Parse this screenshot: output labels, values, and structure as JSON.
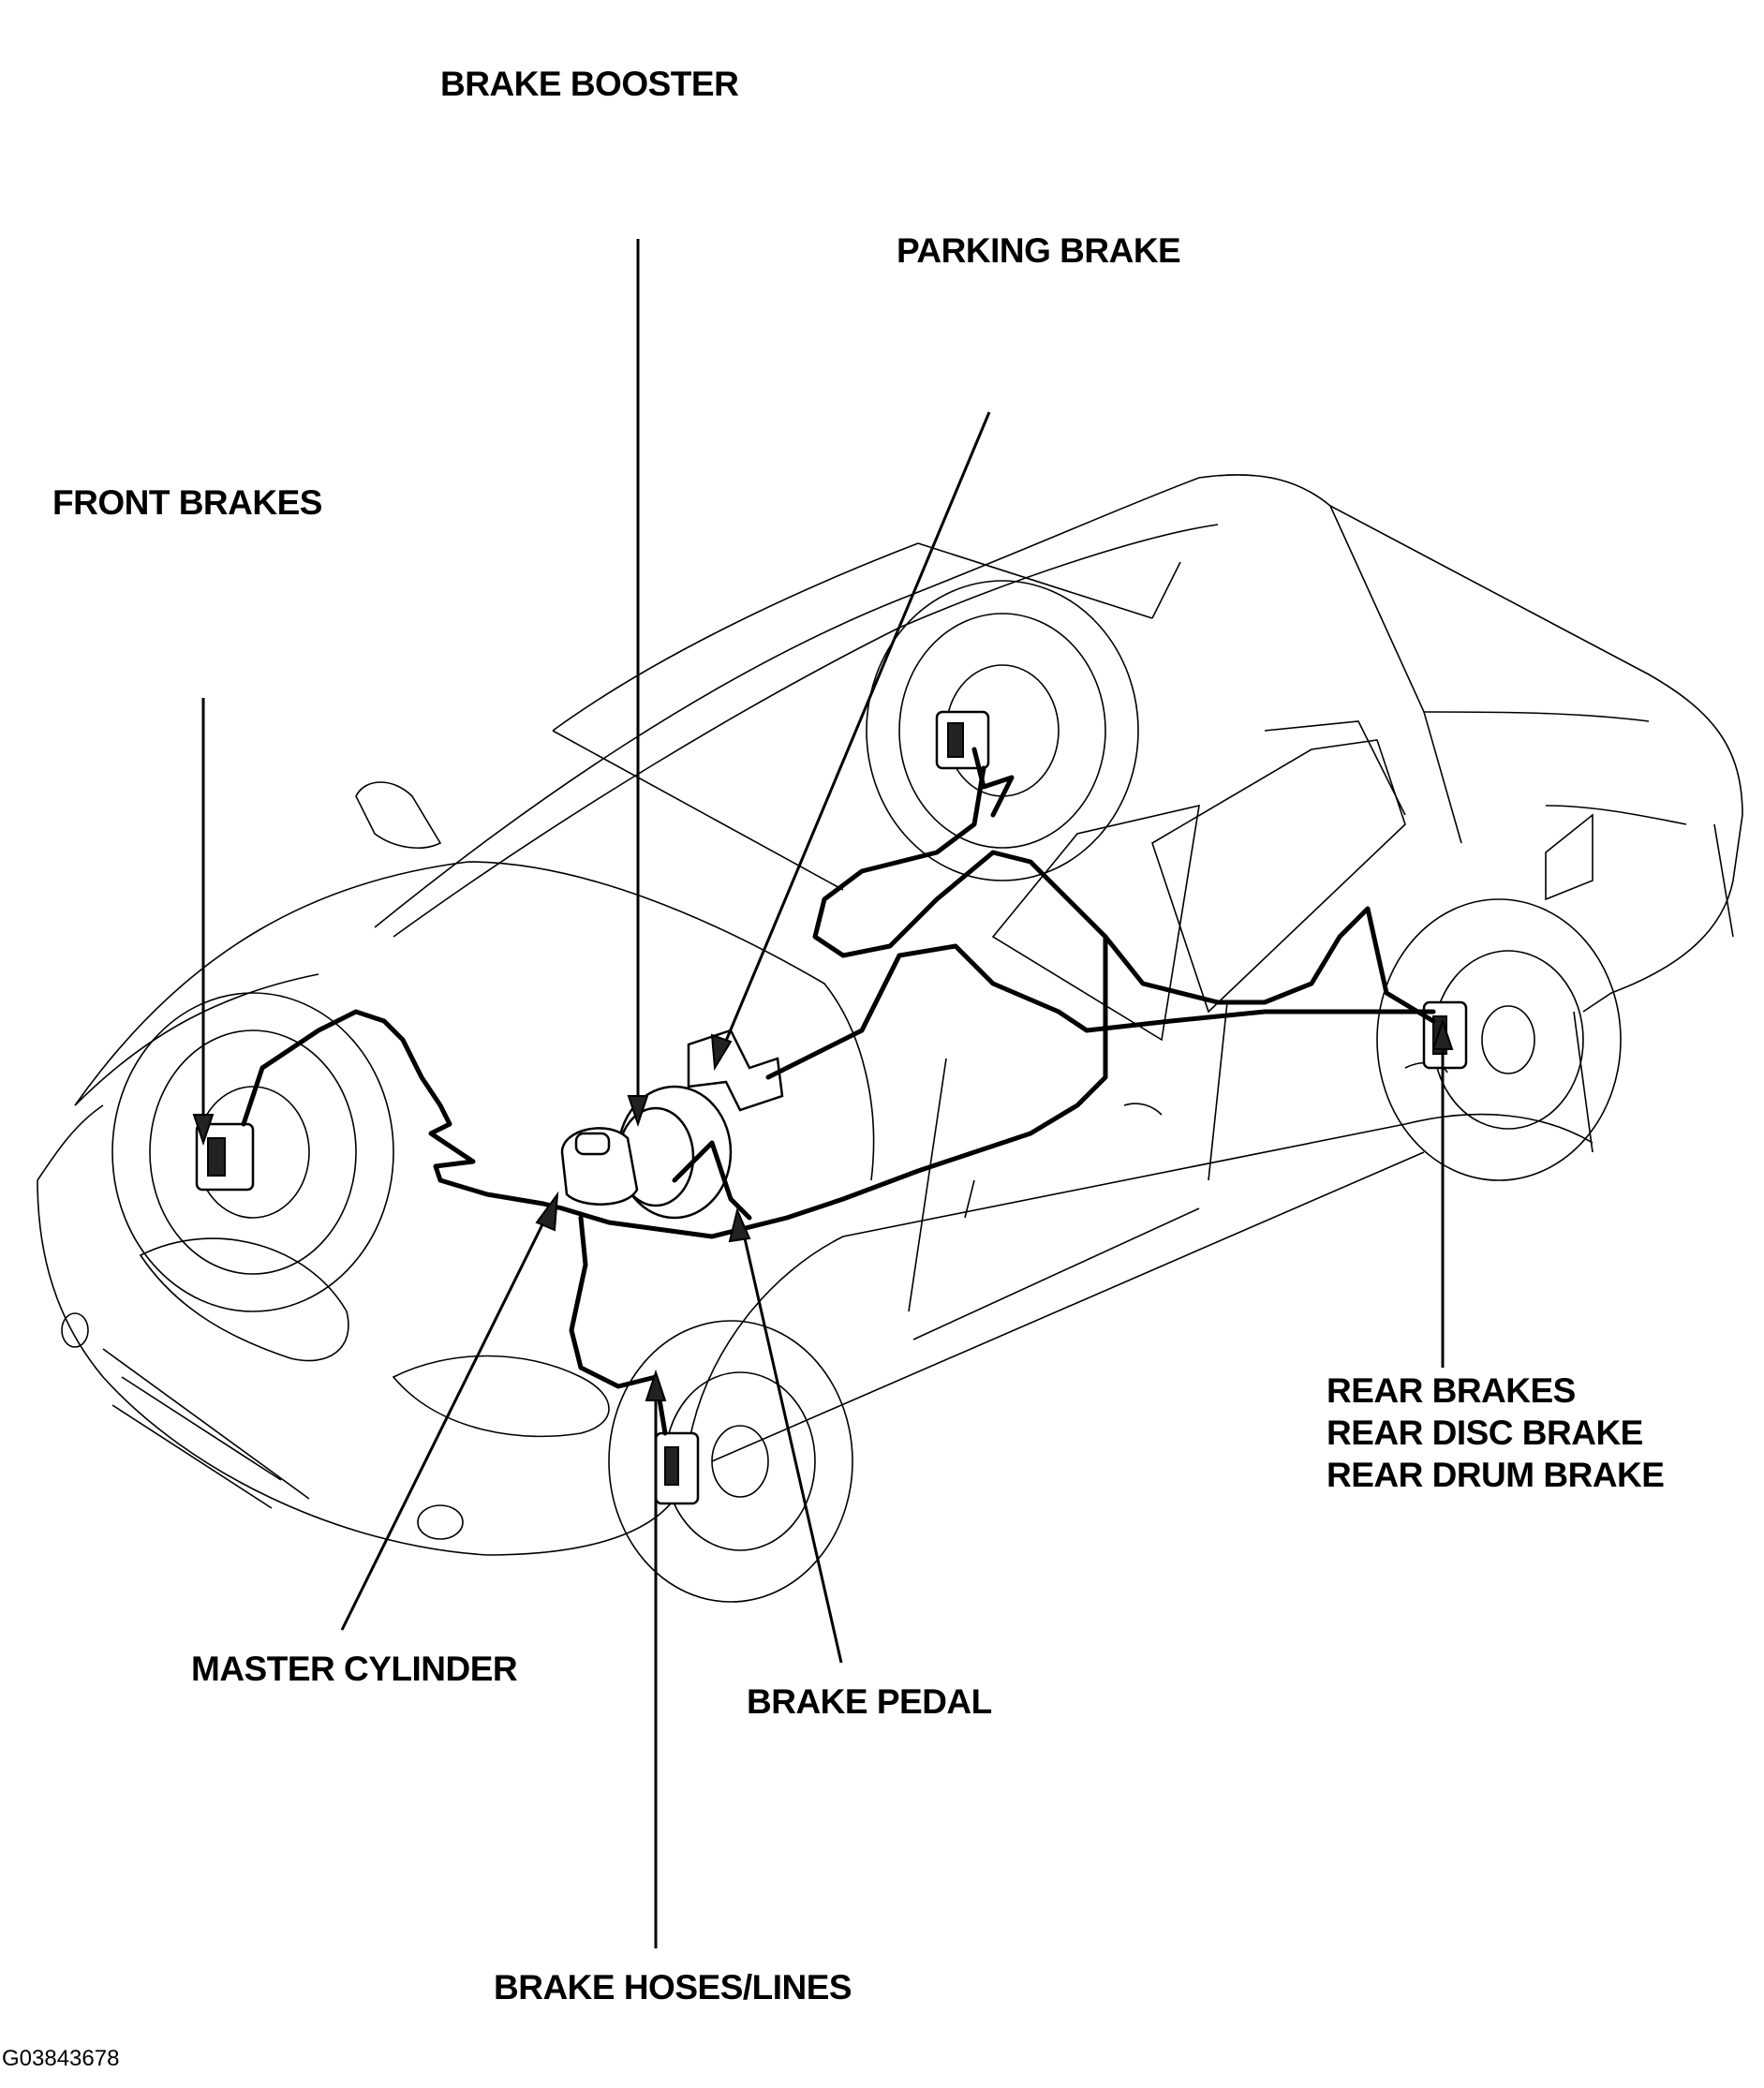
{
  "labels": {
    "brake_booster": "BRAKE BOOSTER",
    "parking_brake": "PARKING BRAKE",
    "front_brakes": "FRONT BRAKES",
    "rear_brakes": "REAR BRAKES",
    "rear_disc_brake": "REAR DISC BRAKE",
    "rear_drum_brake": "REAR DRUM BRAKE",
    "master_cylinder": "MASTER CYLINDER",
    "brake_pedal": "BRAKE PEDAL",
    "brake_hoses_lines": "BRAKE HOSES/LINES"
  },
  "figure_id": "G03843678",
  "colors": {
    "ink": "#000000",
    "background": "#ffffff"
  }
}
